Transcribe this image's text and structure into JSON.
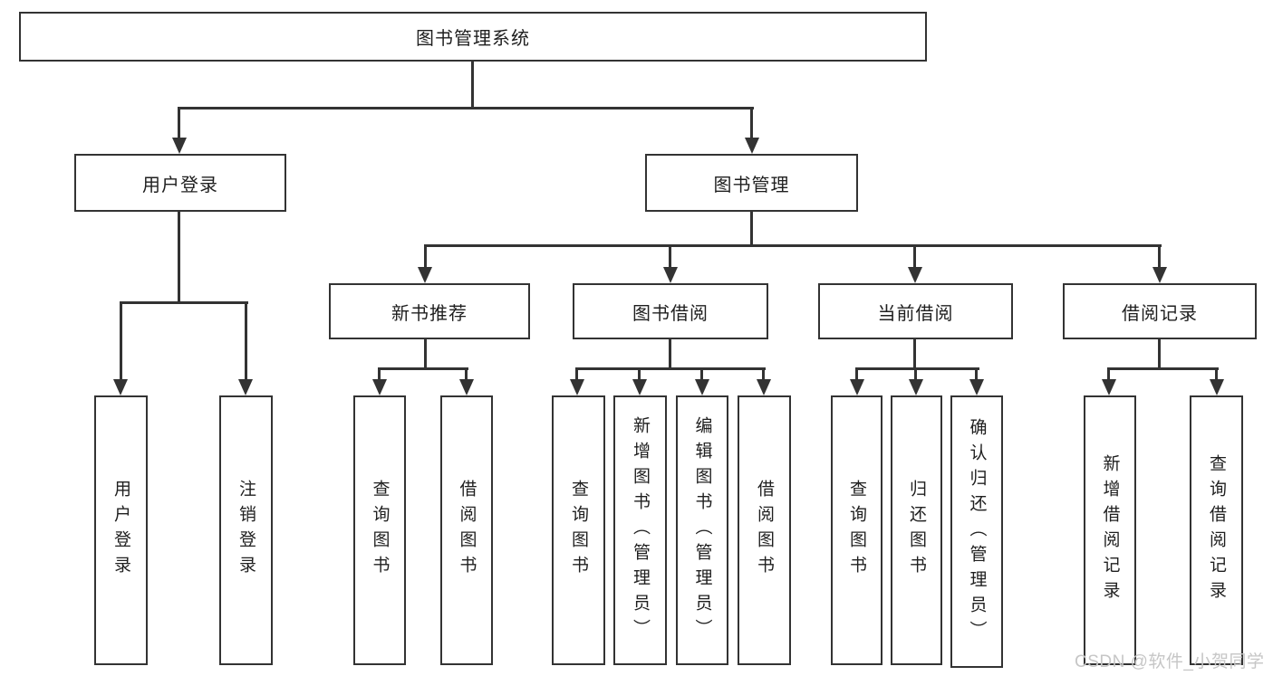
{
  "colors": {
    "line": "#333333",
    "box_fill": "#ffffff",
    "text": "#1f1f1f",
    "watermark": "#c6c6c6",
    "background": "#ffffff"
  },
  "watermark": {
    "text": "CSDN @软件_小贺同学"
  },
  "tree": {
    "label": "图书管理系统",
    "children": [
      {
        "label": "用户登录",
        "children": [
          {
            "label": "用户登录"
          },
          {
            "label": "注销登录"
          }
        ]
      },
      {
        "label": "图书管理",
        "children": [
          {
            "label": "新书推荐",
            "children": [
              {
                "label": "查询图书"
              },
              {
                "label": "借阅图书"
              }
            ]
          },
          {
            "label": "图书借阅",
            "children": [
              {
                "label": "查询图书"
              },
              {
                "label": "新增图书（管理员）"
              },
              {
                "label": "编辑图书（管理员）"
              },
              {
                "label": "借阅图书"
              }
            ]
          },
          {
            "label": "当前借阅",
            "children": [
              {
                "label": "查询图书"
              },
              {
                "label": "归还图书"
              },
              {
                "label": "确认归还（管理员）"
              }
            ]
          },
          {
            "label": "借阅记录",
            "children": [
              {
                "label": "新增借阅记录"
              },
              {
                "label": "查询借阅记录"
              }
            ]
          }
        ]
      }
    ]
  }
}
